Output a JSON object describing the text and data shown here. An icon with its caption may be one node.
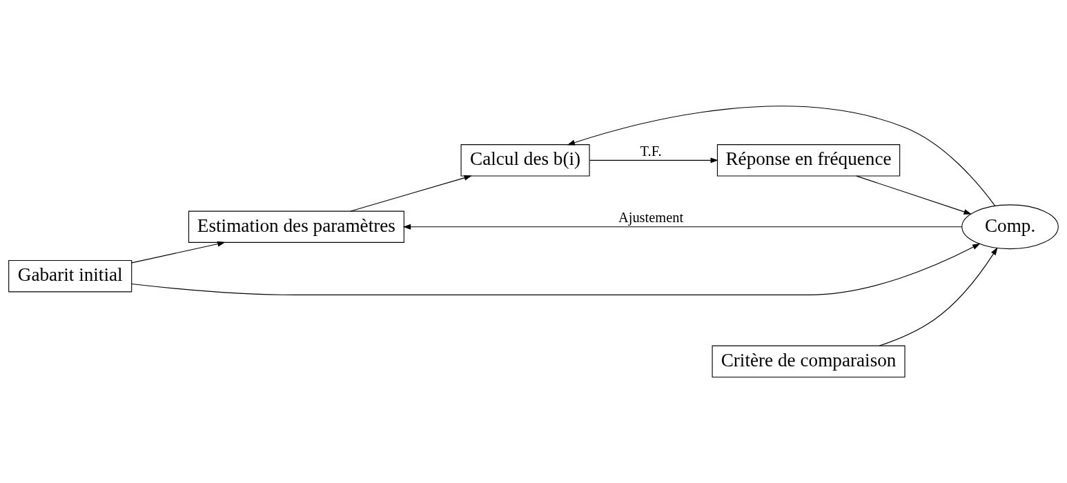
{
  "diagram": {
    "nodes": [
      {
        "text": [
          "Gabarit initial"
        ]
      },
      {
        "text": [
          "Estimation des paramètres"
        ]
      },
      {
        "text": [
          "Critère de comparaison"
        ]
      },
      {
        "text": [
          "Comp."
        ]
      },
      {
        "text": [
          "Réponse en fréquence"
        ]
      },
      {
        "text": [
          "Calcul des b(i)"
        ]
      }
    ],
    "edges": [
      {
        "from": 0,
        "to": 1,
        "arrow": "to"
      },
      {
        "from": 0,
        "to": 3,
        "arrow": "to"
      },
      {
        "from": 2,
        "to": 3,
        "arrow": "to"
      },
      {
        "from": 3,
        "to": 1,
        "arrow": "to",
        "label": "Ajustement"
      },
      {
        "from": 3,
        "to": 5,
        "arrow": "to"
      },
      {
        "from": 1,
        "to": 5,
        "arrow": "to"
      },
      {
        "from": 5,
        "to": 4,
        "arrow": "to",
        "label": "T.F."
      },
      {
        "from": 4,
        "to": 3,
        "arrow": "to"
      }
    ]
  }
}
